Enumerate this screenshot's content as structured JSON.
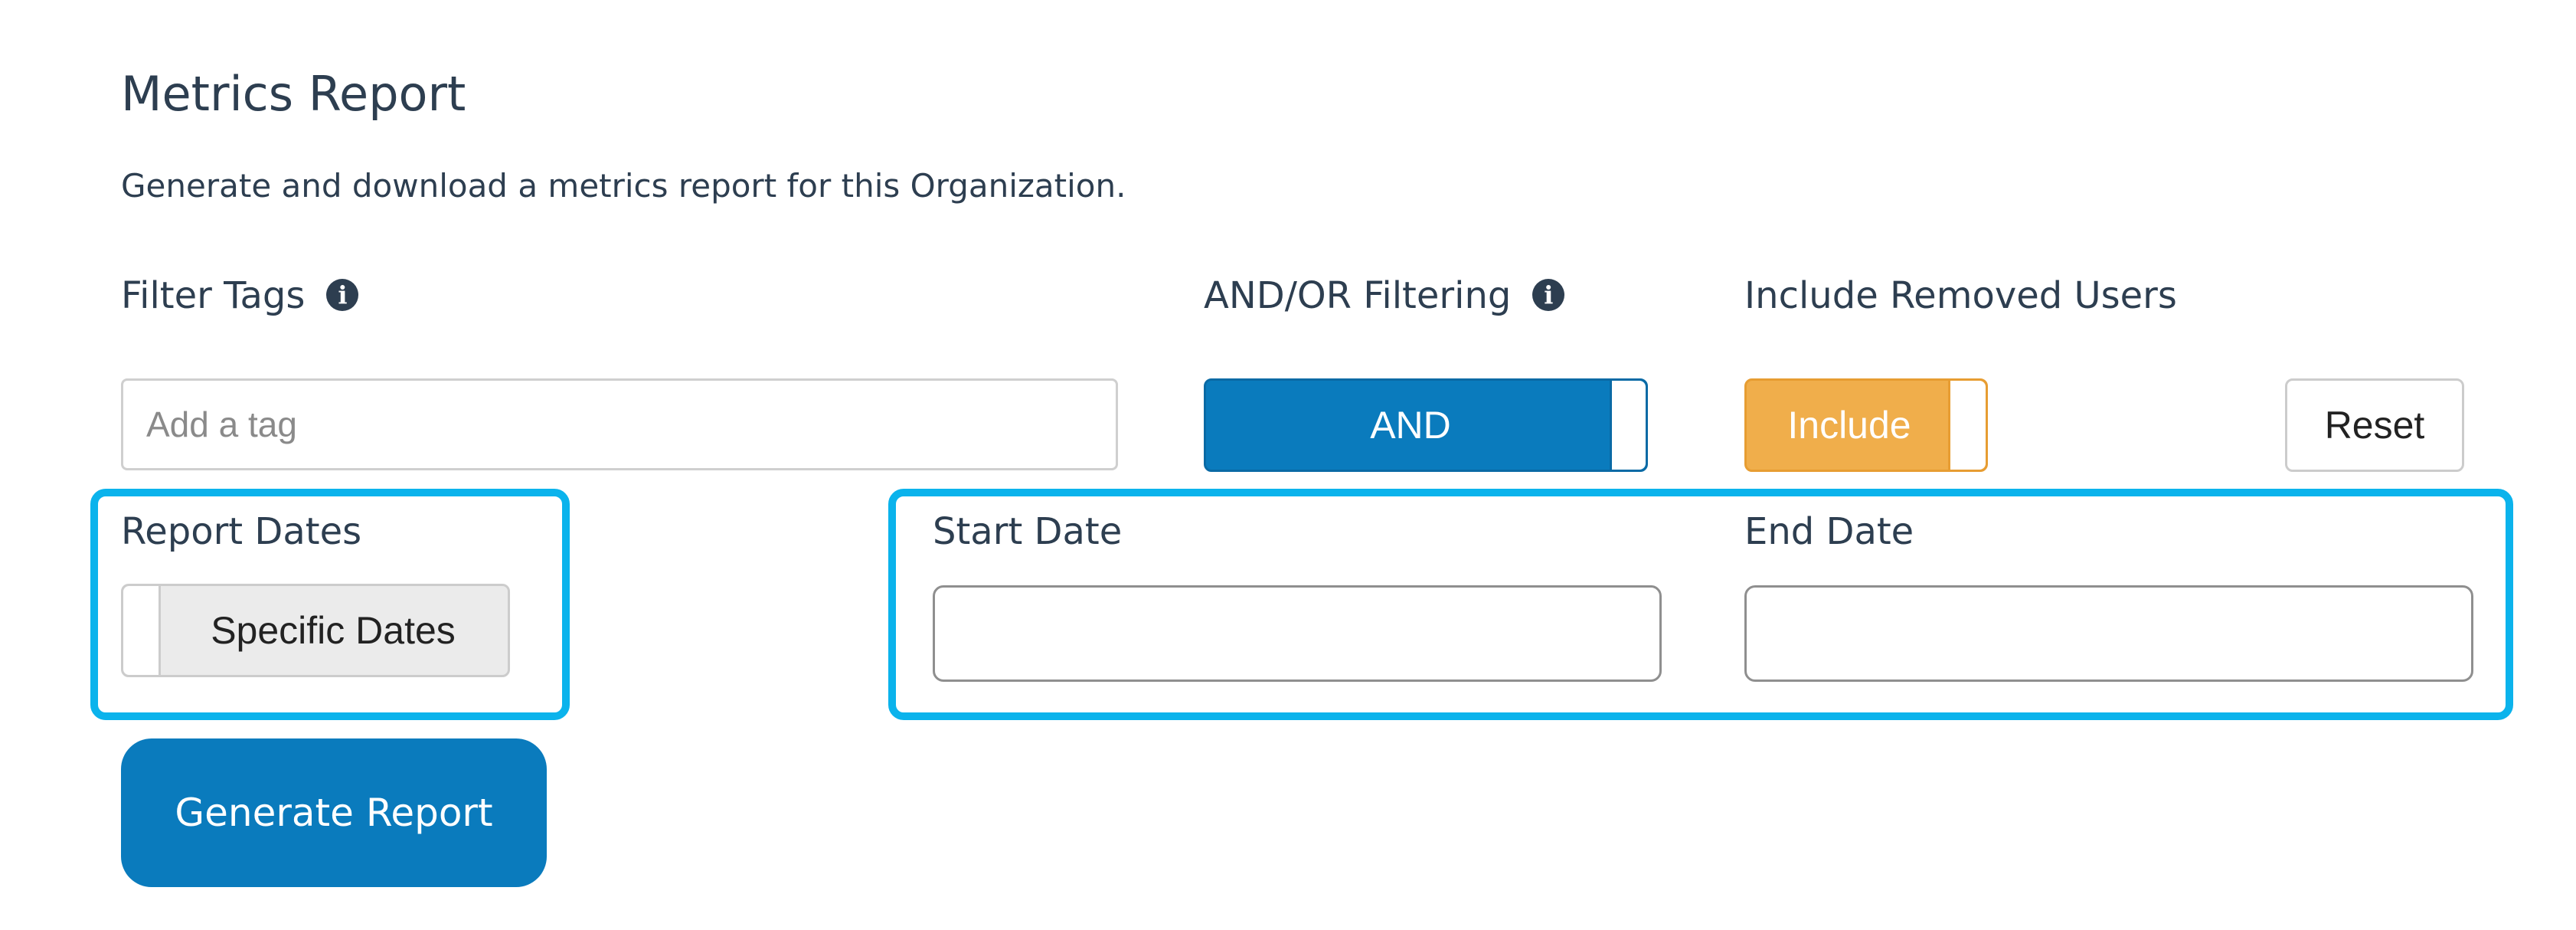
{
  "header": {
    "title": "Metrics Report",
    "subtitle": "Generate and download a metrics report for this Organization."
  },
  "filter_tags": {
    "label": "Filter Tags",
    "info_icon": "info-circle-icon",
    "placeholder": "Add a tag",
    "value": ""
  },
  "and_or_filtering": {
    "label": "AND/OR Filtering",
    "info_icon": "info-circle-icon",
    "toggle_label": "AND",
    "color": "#0a7bbd"
  },
  "include_removed_users": {
    "label": "Include Removed Users",
    "toggle_label": "Include",
    "color": "#f0ae4b"
  },
  "reset": {
    "label": "Reset"
  },
  "report_dates": {
    "label": "Report Dates",
    "toggle_label": "Specific Dates"
  },
  "start_date": {
    "label": "Start Date",
    "value": ""
  },
  "end_date": {
    "label": "End Date",
    "value": ""
  },
  "generate": {
    "label": "Generate Report",
    "color": "#0a7bbd"
  },
  "highlight_color": "#0bb3ec"
}
